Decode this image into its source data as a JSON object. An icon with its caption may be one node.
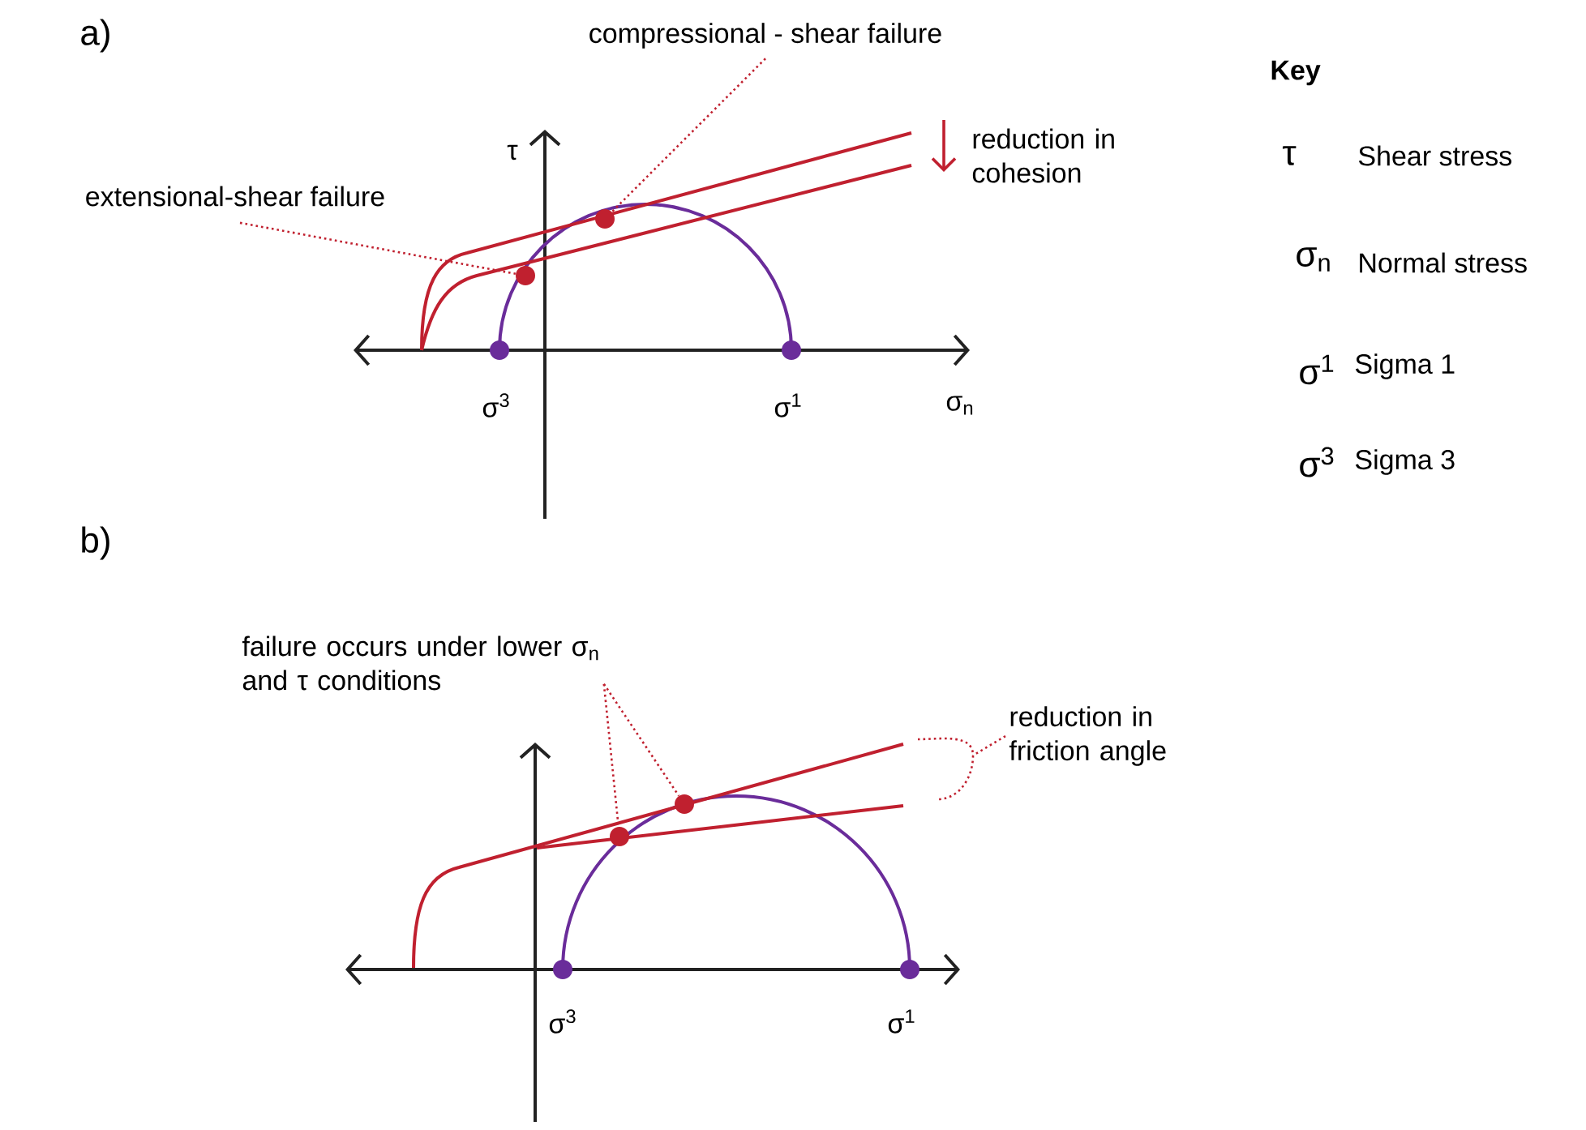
{
  "diagram": {
    "nodes": [
      {
        "text": [
          "compressional - shear failure"
        ]
      },
      {
        "text": [],
        "shape": "circle"
      },
      {
        "text": [
          "extensional-shear failure"
        ]
      },
      {
        "text": [],
        "shape": "circle"
      },
      {
        "text": [
          "failure occurs under lower σ$_{n}$ and τ conditions"
        ]
      },
      {
        "text": [],
        "shape": "circle"
      },
      {
        "text": [],
        "shape": "circle"
      },
      {
        "text": [
          "reduction in friction angle"
        ]
      }
    ],
    "edges": [
      {
        "from": 0,
        "to": 1,
        "arrow": "none"
      },
      {
        "from": 2,
        "to": 3,
        "arrow": "none"
      },
      {
        "from": 4,
        "to": 5,
        "arrow": "none"
      },
      {
        "from": 4,
        "to": 6,
        "arrow": "none"
      },
      {
        "from": 7,
        "to": null,
        "arrow": "none"
      }
    ],
    "labels": [
      "a)",
      "τ",
      "σ$^{3}$",
      "σ$^{1}$",
      "σ$_{n}$",
      "reduction in cohesion",
      "b)",
      "σ$^{3}$",
      "σ$^{1}$",
      "Key",
      "τ",
      "Shear stress",
      "σ$_{n}$",
      "Normal stress",
      "σ$^{1}$",
      "Sigma 1",
      "σ$^{3}$",
      "Sigma 3"
    ]
  }
}
